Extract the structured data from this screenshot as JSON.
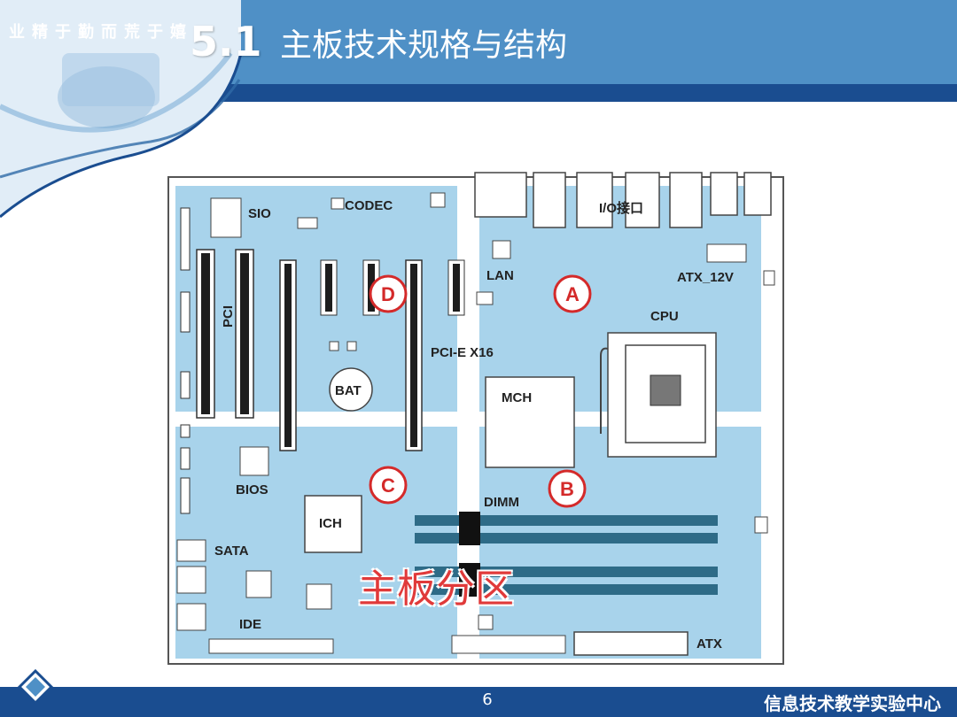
{
  "header": {
    "motto": "业精于勤而荒于嬉",
    "section_number": "5.1",
    "title": "主板技术规格与结构"
  },
  "diagram": {
    "labels": {
      "sio": "SIO",
      "codec": "CODEC",
      "io": "I/O接口",
      "atx12v": "ATX_12V",
      "lan": "LAN",
      "cpu": "CPU",
      "pci": "PCI",
      "pcie": "PCI-E X16",
      "bat": "BAT",
      "mch": "MCH",
      "bios": "BIOS",
      "dimm": "DIMM",
      "ich": "ICH",
      "sata": "SATA",
      "ide": "IDE",
      "atx": "ATX"
    },
    "zones": {
      "a": "A",
      "b": "B",
      "c": "C",
      "d": "D"
    },
    "overlay_title": "主板分区"
  },
  "footer": {
    "page_number": "6",
    "org": "信息技术教学实验中心"
  },
  "colors": {
    "header_blue": "#4f90c6",
    "header_stripe": "#1a4d90",
    "zone_fill": "#a8d3eb",
    "zone_marker": "#d42a2a"
  }
}
